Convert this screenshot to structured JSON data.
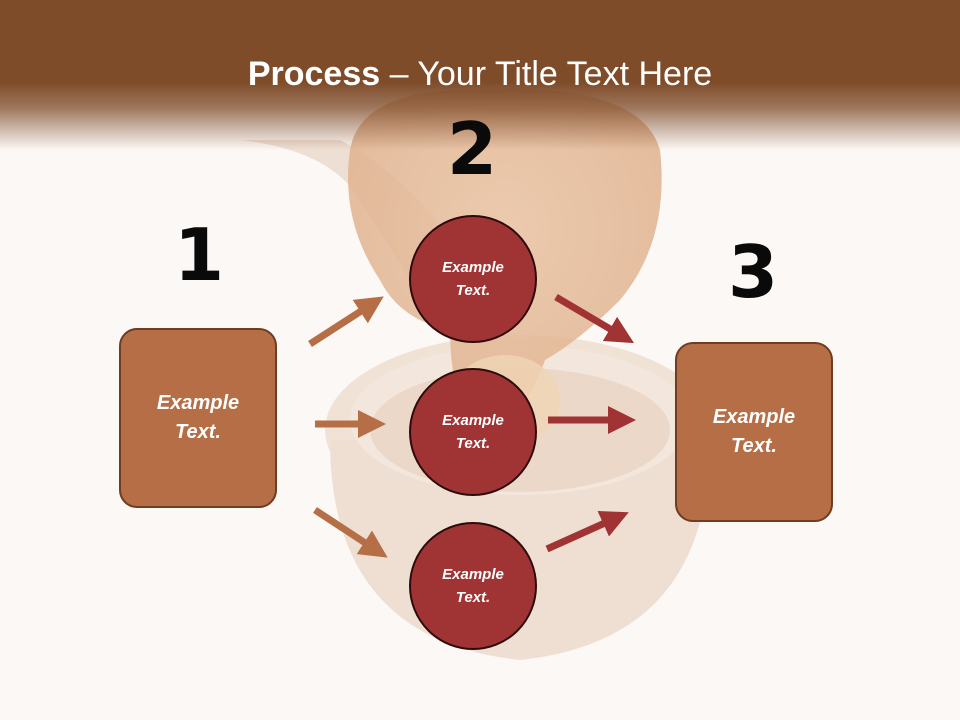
{
  "colors": {
    "header": "#7f4c2a",
    "box_fill": "#b56e45",
    "box_border": "#6e3d22",
    "circle_fill": "#a03333",
    "circle_border": "#2e0b0b",
    "arrow_left": "#b56e45",
    "arrow_right": "#a03333"
  },
  "slide": {
    "title_bold": "Process",
    "title_rest": " – Your Title Text Here",
    "numbers": [
      "1",
      "2",
      "3"
    ],
    "left_box": "Example\nText.",
    "circles": [
      "Example\nText.",
      "Example\nText.",
      "Example\nText."
    ],
    "right_box": "Example\nText."
  },
  "background_image": "honey-dipper-over-wooden-bowl"
}
